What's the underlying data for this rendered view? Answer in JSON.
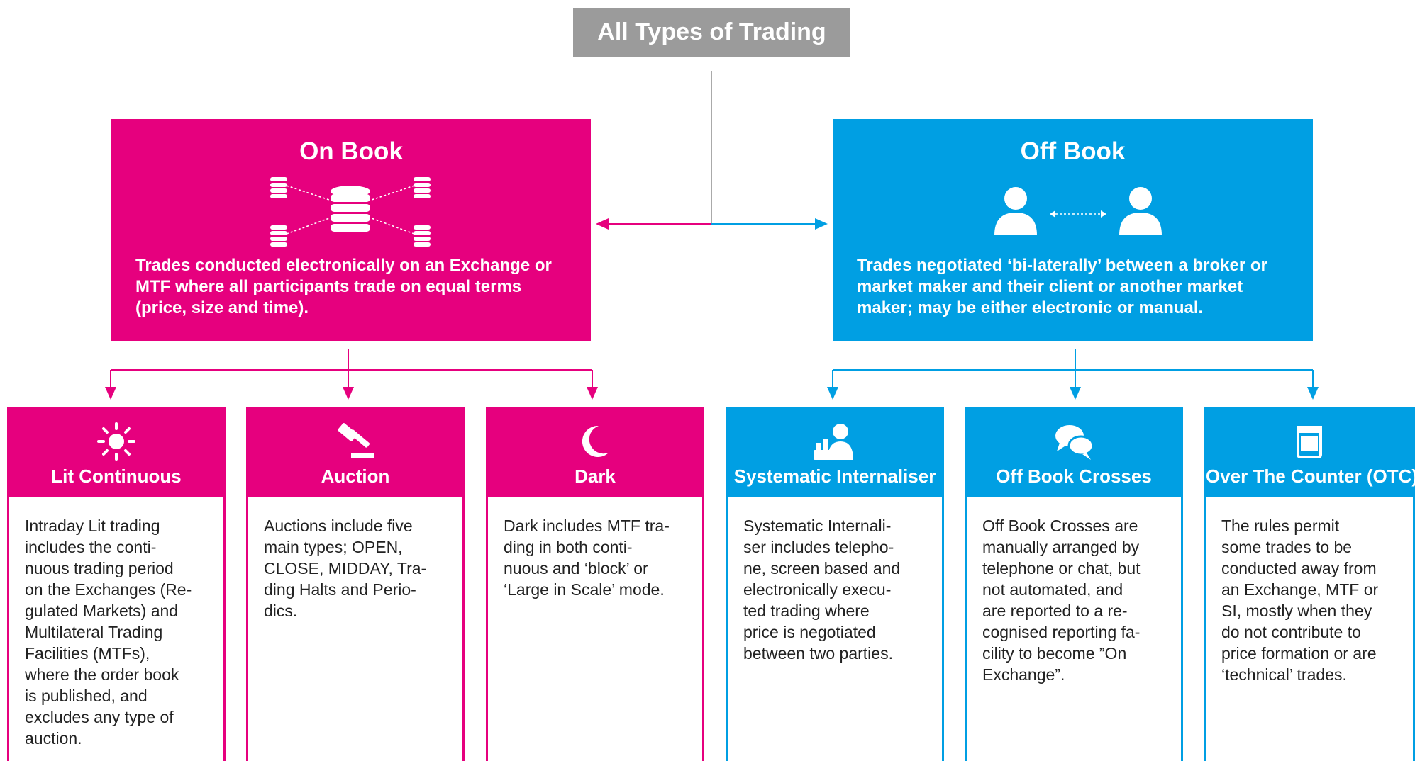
{
  "root": {
    "label": "All Types of Trading"
  },
  "on_book": {
    "title": "On Book",
    "description": "Trades conducted electronically on an Exchange or MTF where all participants trade on equal terms (price, size and time).",
    "icon": "database-network-icon",
    "color": "#e6007e"
  },
  "off_book": {
    "title": "Off Book",
    "description": "Trades negotiated ‘bi-laterally’ between a broker or market maker and their client or another market maker; may be either electronic or manual.",
    "icon": "two-people-icon",
    "color": "#009fe3"
  },
  "children": [
    {
      "title": "Lit Continuous",
      "icon": "sun-icon",
      "text": "Intraday Lit trading\nincludes the conti-\nnuous trading period\non the Exchanges (Re-\ngulated Markets) and\nMultilateral Trading\nFacilities (MTFs),\nwhere the order book\nis published, and\nexcludes any type of\nauction."
    },
    {
      "title": "Auction",
      "icon": "gavel-icon",
      "text": "Auctions include five\nmain types; OPEN,\nCLOSE, MIDDAY, Tra-\nding Halts and Perio-\ndics."
    },
    {
      "title": "Dark",
      "icon": "moon-icon",
      "text": "Dark includes MTF tra-\nding in both conti-\nnuous and ‘block’ or\n‘Large in Scale’ mode."
    },
    {
      "title": "Systematic Internaliser",
      "icon": "broker-icon",
      "text": "Systematic Internali-\nser includes telepho-\nne, screen based and\nelectronically execu-\nted trading where\nprice is negotiated\nbetween two parties."
    },
    {
      "title": "Off Book Crosses",
      "icon": "chat-bubbles-icon",
      "text": "Off Book Crosses are\nmanually arranged by\ntelephone or chat, but\nnot automated, and\nare reported to a re-\ncognised reporting fa-\ncility to become ”On\nExchange”."
    },
    {
      "title": "Over The Counter (OTC)",
      "icon": "counter-icon",
      "text": "The rules permit\nsome trades to be\nconducted away from\nan Exchange, MTF or\nSI, mostly when they\ndo not contribute to\nprice formation or are\n‘technical’ trades."
    }
  ],
  "colors": {
    "pink": "#e6007e",
    "blue": "#009fe3",
    "grey": "#9b9b9b"
  }
}
